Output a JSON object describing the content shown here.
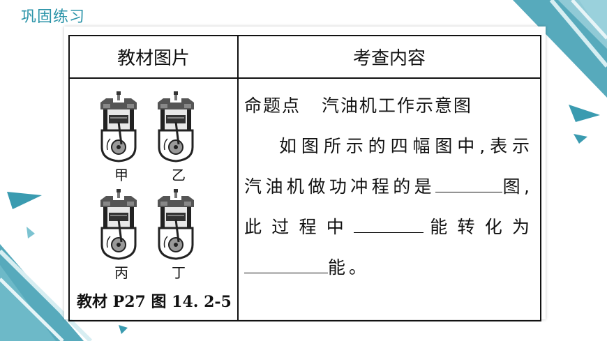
{
  "header": {
    "title": "巩固练习"
  },
  "table": {
    "col1_header": "教材图片",
    "col2_header": "考查内容",
    "figure_labels": [
      "甲",
      "乙",
      "丙",
      "丁"
    ],
    "figure_source": "教材 P27 图 14. 2-5",
    "topic_label": "命题点",
    "topic_title": "汽油机工作示意图",
    "q_part1": "如图所示的四幅图中,表示汽油机做功冲程的是",
    "q_part2": "图,此过程中",
    "q_part3": "能转化为",
    "q_part4": "能。"
  }
}
